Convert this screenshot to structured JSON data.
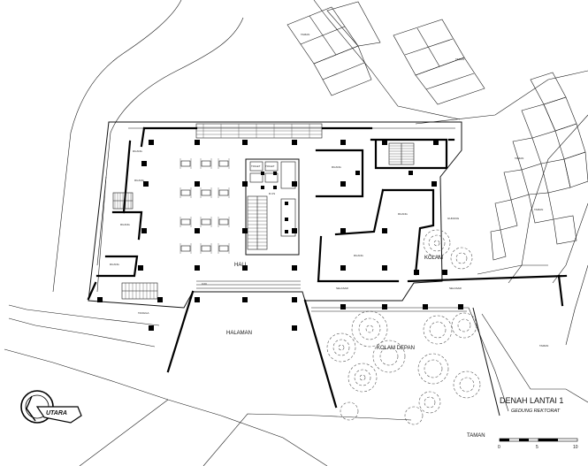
{
  "title": {
    "main": "DENAH LANTAI 1",
    "sub": "GEDUNG REKTORAT"
  },
  "labels": {
    "hall": "HALL",
    "halaman": "HALAMAN",
    "kolam": "KOLAM",
    "kolam_depan": "KOLAM DEPAN",
    "taman": "TAMAN",
    "north": "UTARA"
  },
  "scale_bar": {
    "ticks": [
      "0",
      "5",
      "10"
    ]
  },
  "colors": {
    "ink": "#000000",
    "paper": "#ffffff"
  }
}
